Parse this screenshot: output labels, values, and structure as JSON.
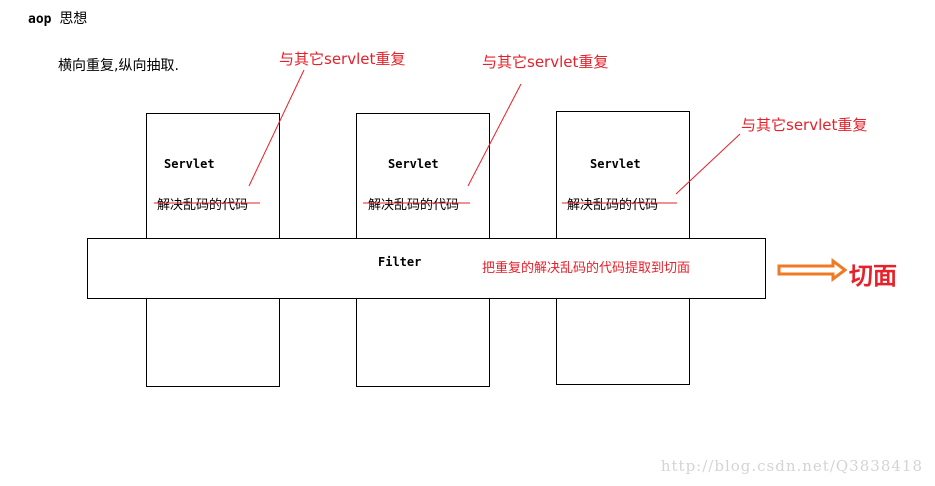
{
  "title": {
    "code": "aop",
    "text": "思想"
  },
  "subtitle": "横向重复,纵向抽取.",
  "servlets": [
    {
      "label": "Servlet",
      "code": "解决乱码的代码",
      "note": "与其它servlet重复"
    },
    {
      "label": "Servlet",
      "code": "解决乱码的代码",
      "note": "与其它servlet重复"
    },
    {
      "label": "Servlet",
      "code": "解决乱码的代码",
      "note": "与其它servlet重复"
    }
  ],
  "filter": {
    "label": "Filter",
    "note": "把重复的解决乱码的代码提取到切面"
  },
  "aspect_label": "切面",
  "watermark": "http://blog.csdn.net/Q3838418",
  "colors": {
    "annotation": "#e8202a",
    "arrow": "#f07a24"
  }
}
